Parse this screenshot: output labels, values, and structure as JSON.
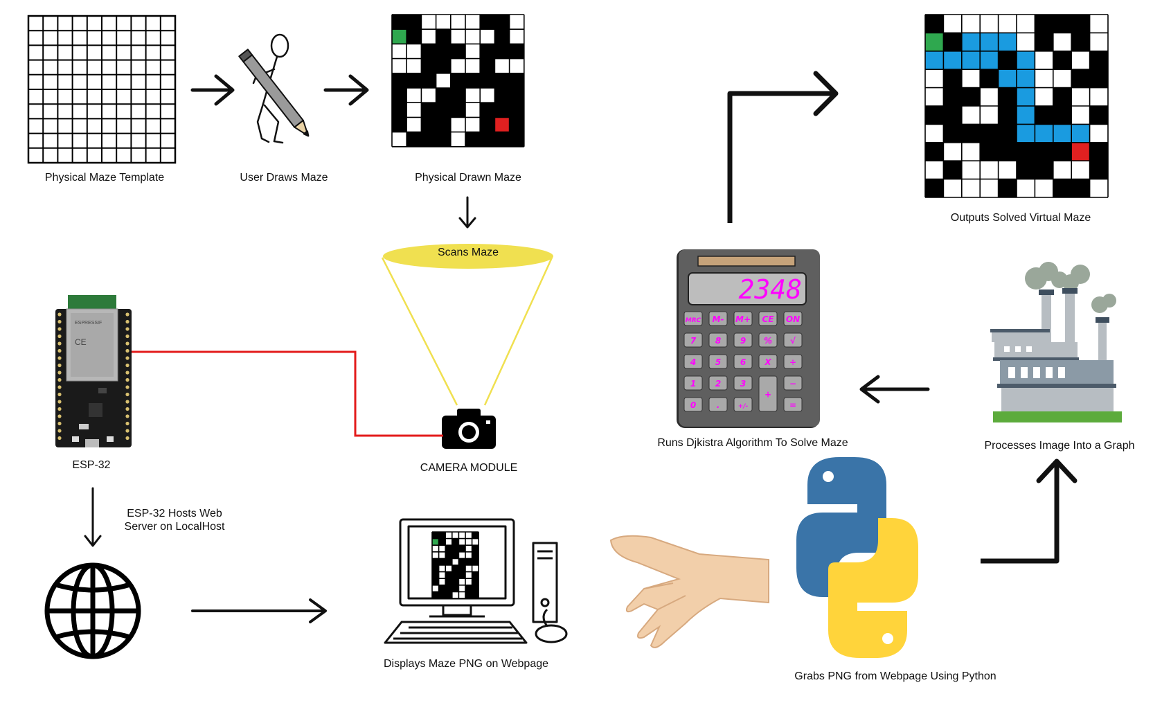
{
  "labels": {
    "physical_maze_template": "Physical Maze Template",
    "user_draws_maze": "User Draws Maze",
    "physical_drawn_maze": "Physical Drawn Maze",
    "scans_maze": "Scans Maze",
    "esp32": "ESP-32",
    "camera_module": "CAMERA MODULE",
    "runs_dijkstra": "Runs Djkistra Algorithm To Solve Maze",
    "outputs_solved": "Outputs Solved Virtual Maze",
    "processes_image": "Processes Image Into a Graph",
    "esp32_hosts_line1": "ESP-32 Hosts Web",
    "esp32_hosts_line2": "Server on LocalHost",
    "displays_maze": "Displays Maze PNG on Webpage",
    "grabs_png": "Grabs PNG from Webpage Using Python"
  },
  "calculator": {
    "display": "2348",
    "keys": [
      "MRC",
      "M-",
      "M+",
      "CE",
      "ON",
      "7",
      "8",
      "9",
      "%",
      "√",
      "4",
      "5",
      "6",
      "X",
      "÷",
      "1",
      "2",
      "3",
      "+",
      "−",
      "0",
      ".",
      "+/-",
      "="
    ]
  },
  "colors": {
    "maze_start": "#2fa84f",
    "maze_end": "#e02020",
    "solution_path": "#1a9be0",
    "wire": "#e31b1b",
    "scan_beam": "#f0e050",
    "python_blue": "#3a74a8",
    "python_yellow": "#ffd43b"
  },
  "icons": [
    "pencil-person-icon",
    "camera-icon",
    "esp32-board-icon",
    "calculator-icon",
    "factory-icon",
    "globe-icon",
    "desktop-computer-icon",
    "hand-icon",
    "python-logo-icon"
  ]
}
